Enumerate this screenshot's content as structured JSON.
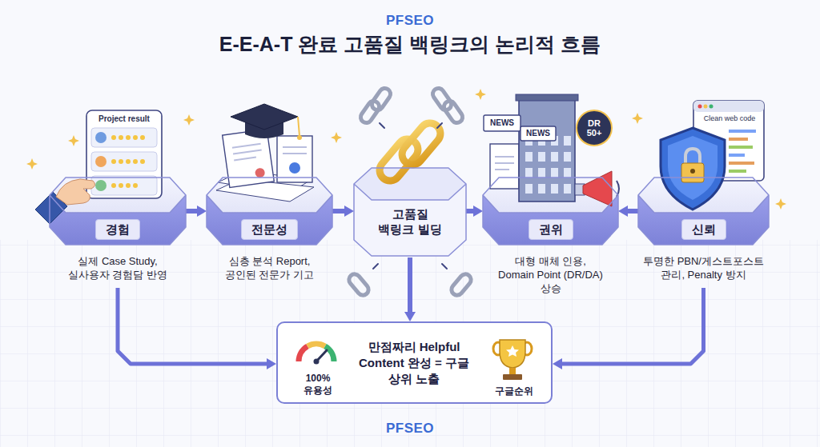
{
  "diagram": {
    "title": "E-E-A-T 완료 고품질 백링크의 논리적 흐름",
    "nodes": [
      {
        "text": [
          "경험",
          "실제 Case Study, 실사용자 경험담 반영"
        ]
      },
      {
        "text": [
          "전문성",
          "심층 분석 Report, 공인된 전문가 기고"
        ]
      },
      {
        "text": [
          "고품질 백링크 빌딩"
        ]
      },
      {
        "text": [
          "권위",
          "대형 매체 인용, Domain Point (DR/DA) 상승"
        ]
      },
      {
        "text": [
          "신뢰",
          "투명한 PBN/게스트포스트 관리, Penalty 방지"
        ]
      },
      {
        "text": [
          "만점짜리 Helpful Content 완성 = 구글 상위 노출",
          "100% 유용성",
          "구글순위"
        ]
      }
    ],
    "edges": [
      {
        "from": 0,
        "to": 1,
        "arrow": "to"
      },
      {
        "from": 1,
        "to": 2,
        "arrow": "to"
      },
      {
        "from": 2,
        "to": 3,
        "arrow": "to"
      },
      {
        "from": 4,
        "to": 3,
        "arrow": "to"
      },
      {
        "from": 2,
        "to": 5,
        "arrow": "to"
      },
      {
        "from": 0,
        "to": 5,
        "arrow": "to"
      },
      {
        "from": 4,
        "to": 5,
        "arrow": "to"
      }
    ],
    "labels": [
      "PFSEO",
      "Project result",
      "NEWS",
      "NEWS",
      "DR 50+",
      "Clean web code",
      "PFSEO"
    ]
  }
}
